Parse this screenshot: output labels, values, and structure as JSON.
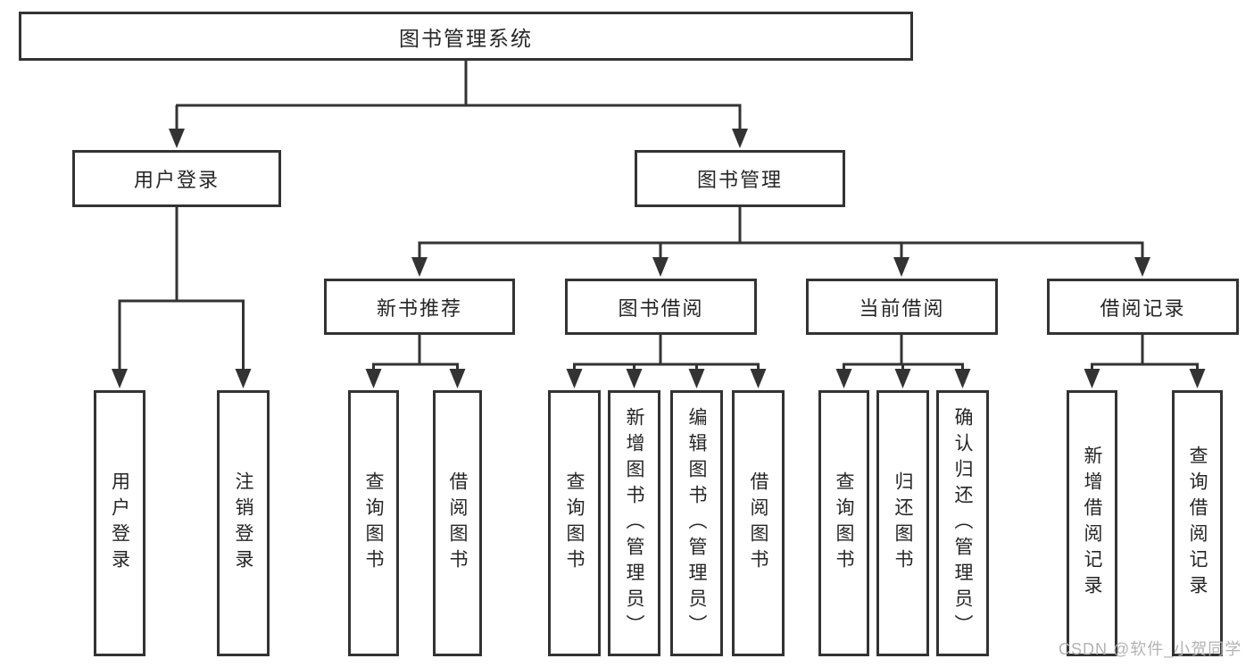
{
  "diagram": {
    "root": {
      "label": "图书管理系统"
    },
    "level2": [
      {
        "label": "用户登录"
      },
      {
        "label": "图书管理"
      }
    ],
    "level3": [
      {
        "label": "新书推荐"
      },
      {
        "label": "图书借阅"
      },
      {
        "label": "当前借阅"
      },
      {
        "label": "借阅记录"
      }
    ],
    "leaves": {
      "user_login": [
        "用户登录",
        "注销登录"
      ],
      "new_books": [
        "查询图书",
        "借阅图书"
      ],
      "borrow": [
        "查询图书",
        "新增图书（管理员）",
        "编辑图书（管理员）",
        "借阅图书"
      ],
      "current": [
        "查询图书",
        "归还图书",
        "确认归还（管理员）"
      ],
      "records": [
        "新增借阅记录",
        "查询借阅记录"
      ]
    }
  },
  "watermark": {
    "text": "CSDN @软件_小贺同学",
    "color": "#b3b3b3"
  },
  "colors": {
    "line": "#333333",
    "border": "#333333",
    "text": "#262626",
    "background": "#ffffff"
  }
}
